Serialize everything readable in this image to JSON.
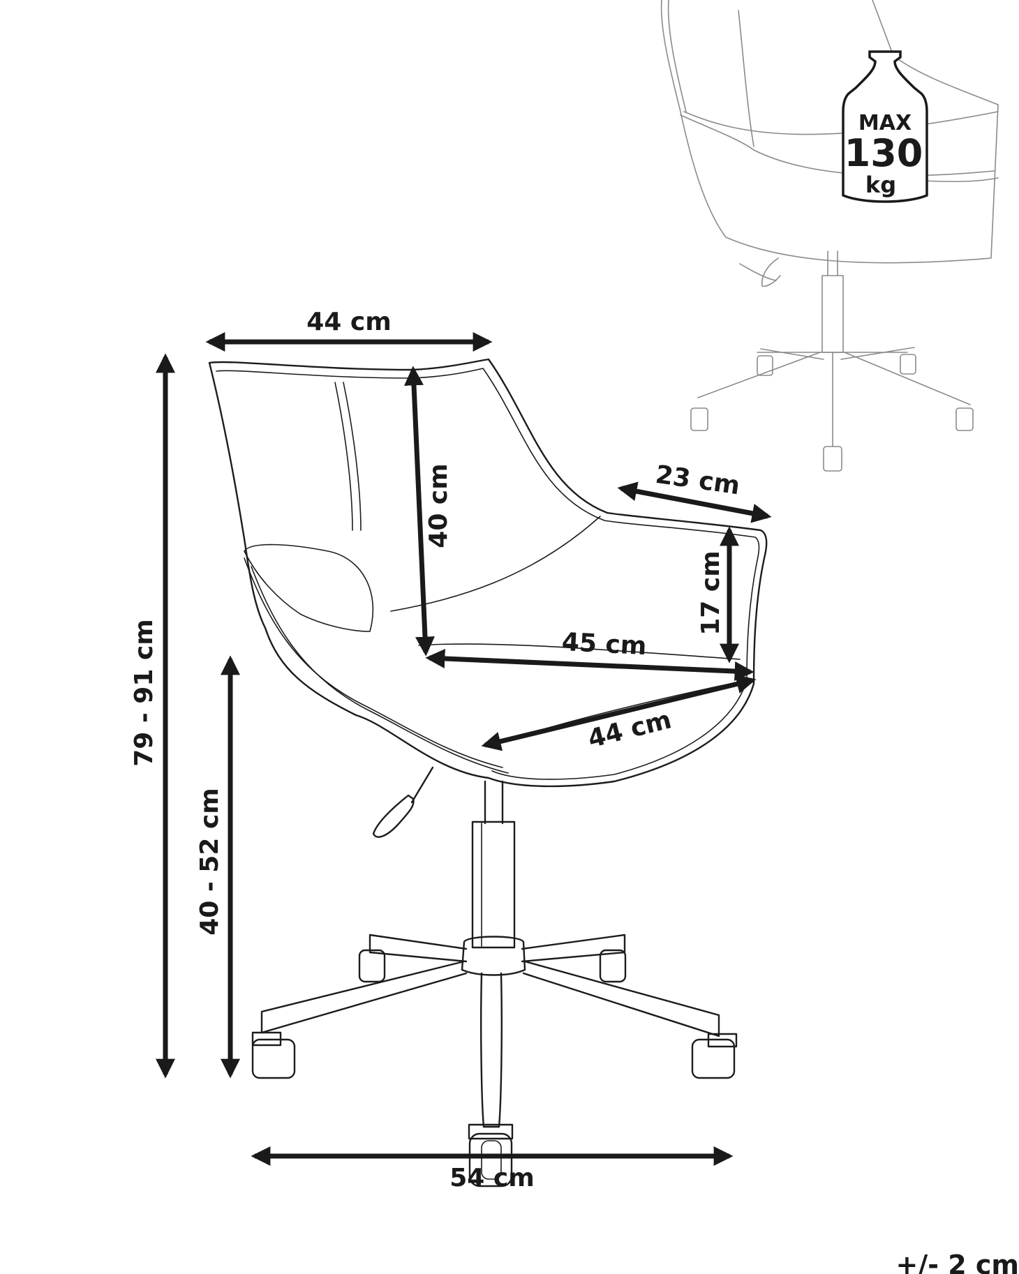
{
  "dimensions": {
    "back_width": "44 cm",
    "backrest_height": "40 cm",
    "armrest_length": "23 cm",
    "armrest_height": "17 cm",
    "seat_width": "45 cm",
    "seat_depth": "44 cm",
    "total_height": "79 - 91 cm",
    "seat_height": "40 - 52 cm",
    "base_width": "54 cm"
  },
  "max_load": {
    "line1": "MAX",
    "line2": "130",
    "line3": "kg"
  },
  "tolerance": "+/- 2 cm"
}
